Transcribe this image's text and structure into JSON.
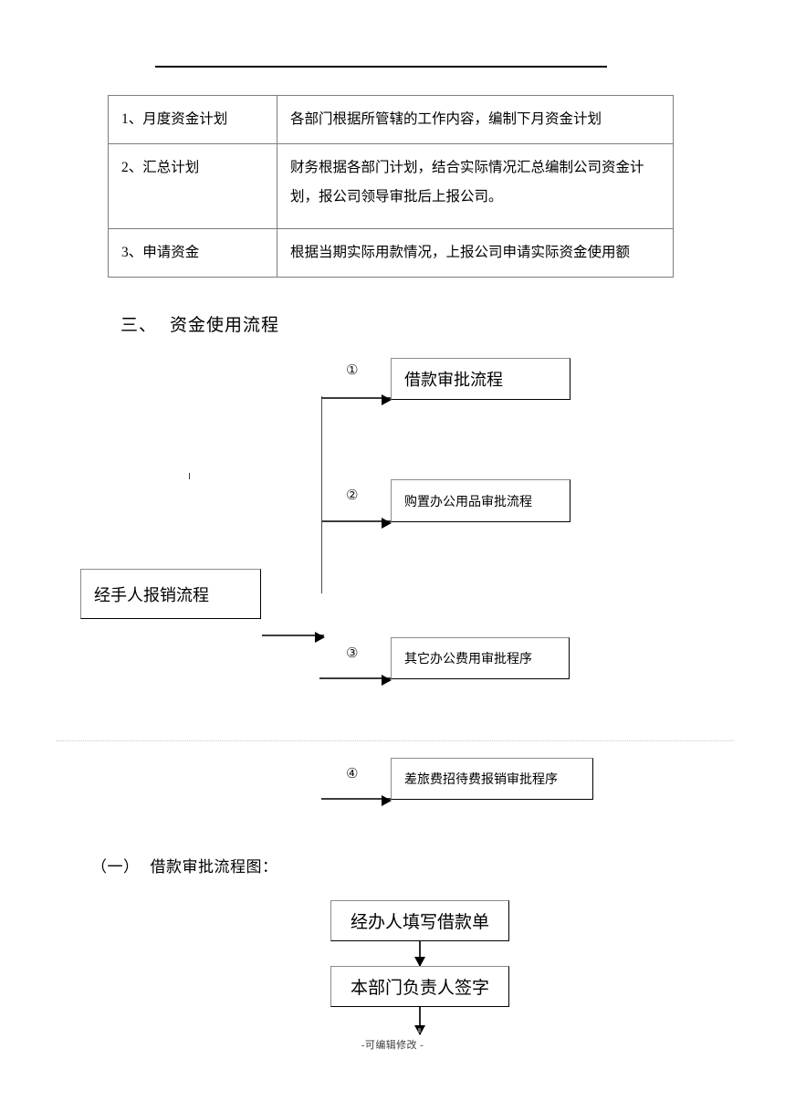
{
  "document": {
    "footer_note": "-可编辑修改 -"
  },
  "plan_table": {
    "rows": [
      {
        "label": "1、月度资金计划",
        "description": "各部门根据所管辖的工作内容，编制下月资金计划"
      },
      {
        "label": "2、汇总计划",
        "description": "财务根据各部门计划，结合实际情况汇总编制公司资金计\n\n划，报公司领导审批后上报公司。"
      },
      {
        "label": "3、申请资金",
        "description": "根据当期实际用款情况，上报公司申请实际资金使用额"
      }
    ]
  },
  "section_three": {
    "number": "三、",
    "title": "资金使用流程",
    "source_box": "经手人报销流程",
    "branches": [
      {
        "marker": "①",
        "label": "借款审批流程"
      },
      {
        "marker": "②",
        "label": "购置办公用品审批流程"
      },
      {
        "marker": "③",
        "label": "其它办公费用审批程序"
      },
      {
        "marker": "④",
        "label": "差旅费招待费报销审批程序"
      }
    ]
  },
  "subsection_one": {
    "number": "（一）",
    "title": "借款审批流程图：",
    "steps": [
      "经办人填写借款单",
      "本部门负责人签字"
    ]
  }
}
